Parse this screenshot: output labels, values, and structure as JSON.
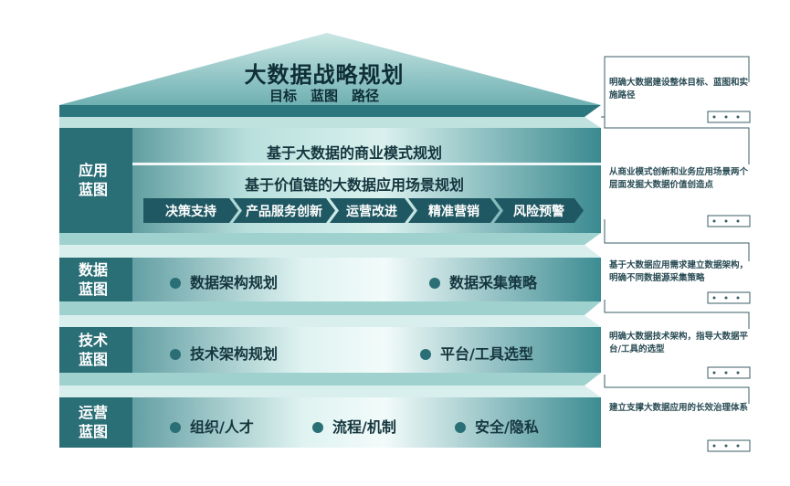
{
  "roof": {
    "title": "大数据战略规划",
    "subtitle": "目标　蓝图　路径"
  },
  "application_blueprint": {
    "label": "应用\n蓝图",
    "business_model": "基于大数据的商业模式规划",
    "value_chain": "基于价值链的大数据应用场景规划",
    "chevrons": [
      "决策支持",
      "产品服务创新",
      "运营改进",
      "精准营销",
      "风险预警"
    ]
  },
  "data_blueprint": {
    "label": "数据\n蓝图",
    "items": [
      "数据架构规划",
      "数据采集策略"
    ]
  },
  "tech_blueprint": {
    "label": "技术\n蓝图",
    "items": [
      "技术架构规划",
      "平台/工具选型"
    ]
  },
  "ops_blueprint": {
    "label": "运营\n蓝图",
    "items": [
      "组织/人才",
      "流程/机制",
      "安全/隐私"
    ]
  },
  "notes": [
    "明确大数据建设整体目标、蓝图和实施路径",
    "从商业模式创新和业务应用场景两个层面发掘大数据价值创造点",
    "基于大数据应用需求建立数据架构，明确不同数据源采集策略",
    "明确大数据技术架构，指导大数据平台/工具的选型",
    "建立支撑大数据应用的长效治理体系"
  ],
  "colors": {
    "dark_teal": "#1f5862",
    "band_teal": "#3d8a90",
    "light_teal": "#c6e6e4",
    "text_dark": "#15363e"
  }
}
